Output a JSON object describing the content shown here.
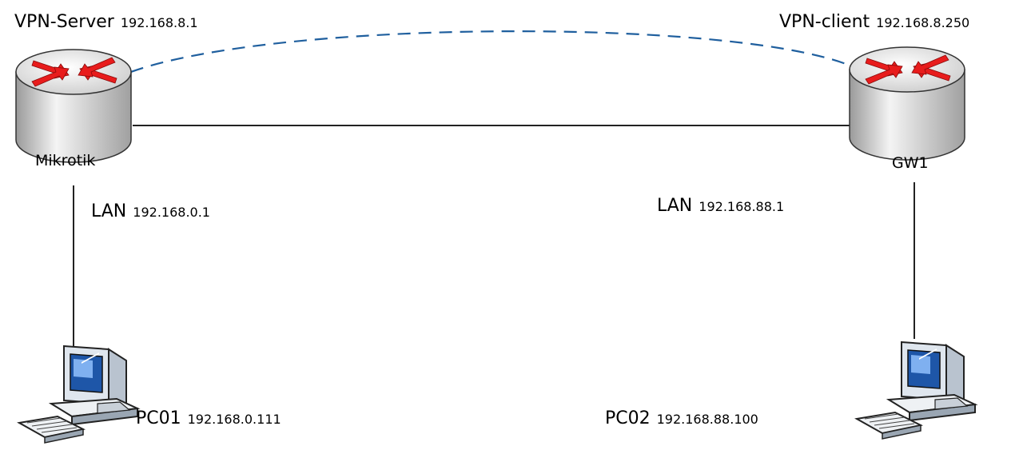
{
  "vpn_server": {
    "name": "VPN-Server",
    "ip": "192.168.8.1"
  },
  "vpn_client": {
    "name": "VPN-client",
    "ip": "192.168.8.250"
  },
  "router_left": {
    "label": "Mikrotik",
    "icon": "router-icon"
  },
  "router_right": {
    "label": "GW1",
    "icon": "router-icon"
  },
  "lan_left": {
    "name": "LAN",
    "ip": "192.168.0.1"
  },
  "lan_right": {
    "name": "LAN",
    "ip": "192.168.88.1"
  },
  "pc_left": {
    "name": "PC01",
    "ip": "192.168.0.111",
    "icon": "computer-icon"
  },
  "pc_right": {
    "name": "PC02",
    "ip": "192.168.88.100",
    "icon": "computer-icon"
  },
  "colors": {
    "tunnel": "#1f5f9e",
    "arrow": "#e81c1c",
    "link": "#222222"
  }
}
